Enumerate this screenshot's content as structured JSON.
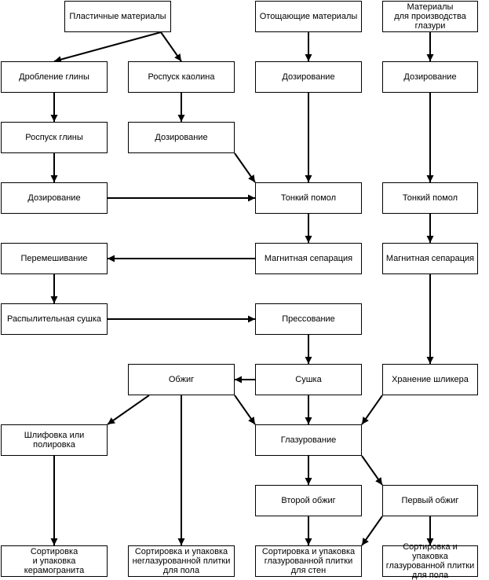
{
  "nodes": {
    "plastic_materials": "Пластичные материалы",
    "leaning_materials": "Отощающие материалы",
    "glaze_materials": "Материалы\nдля производства\nглазури",
    "clay_crushing": "Дробление глины",
    "kaolin_dissolving": "Роспуск каолина",
    "dosing_leaning": "Дозирование",
    "dosing_glaze": "Дозирование",
    "clay_dissolving": "Роспуск глины",
    "dosing_kaolin": "Дозирование",
    "dosing_clay": "Дозирование",
    "fine_grinding": "Тонкий помол",
    "fine_grinding_glaze": "Тонкий помол",
    "mixing": "Перемешивание",
    "magnetic_separation": "Магнитная сепарация",
    "magnetic_separation_glaze": "Магнитная сепарация",
    "spray_drying": "Распылительная сушка",
    "pressing": "Прессование",
    "firing": "Обжиг",
    "drying": "Сушка",
    "slip_storage": "Хранение шликера",
    "grinding_polishing": "Шлифовка или полировка",
    "glazing": "Глазурование",
    "second_firing": "Второй обжиг",
    "first_firing": "Первый обжиг",
    "sort_porcelain": "Сортировка\nи упаковка\nкерамогранита",
    "sort_unglazed": "Сортировка и упаковка\nнеглазурованной плитки\nдля пола",
    "sort_glazed_wall": "Сортировка и упаковка\nглазурованной плитки\nдля стен",
    "sort_glazed_floor": "Сортировка и упаковка\nглазурованной плитки\nдля пола"
  },
  "colors": {
    "line": "#000000",
    "box_fill": "#ffffff",
    "text": "#000000"
  }
}
